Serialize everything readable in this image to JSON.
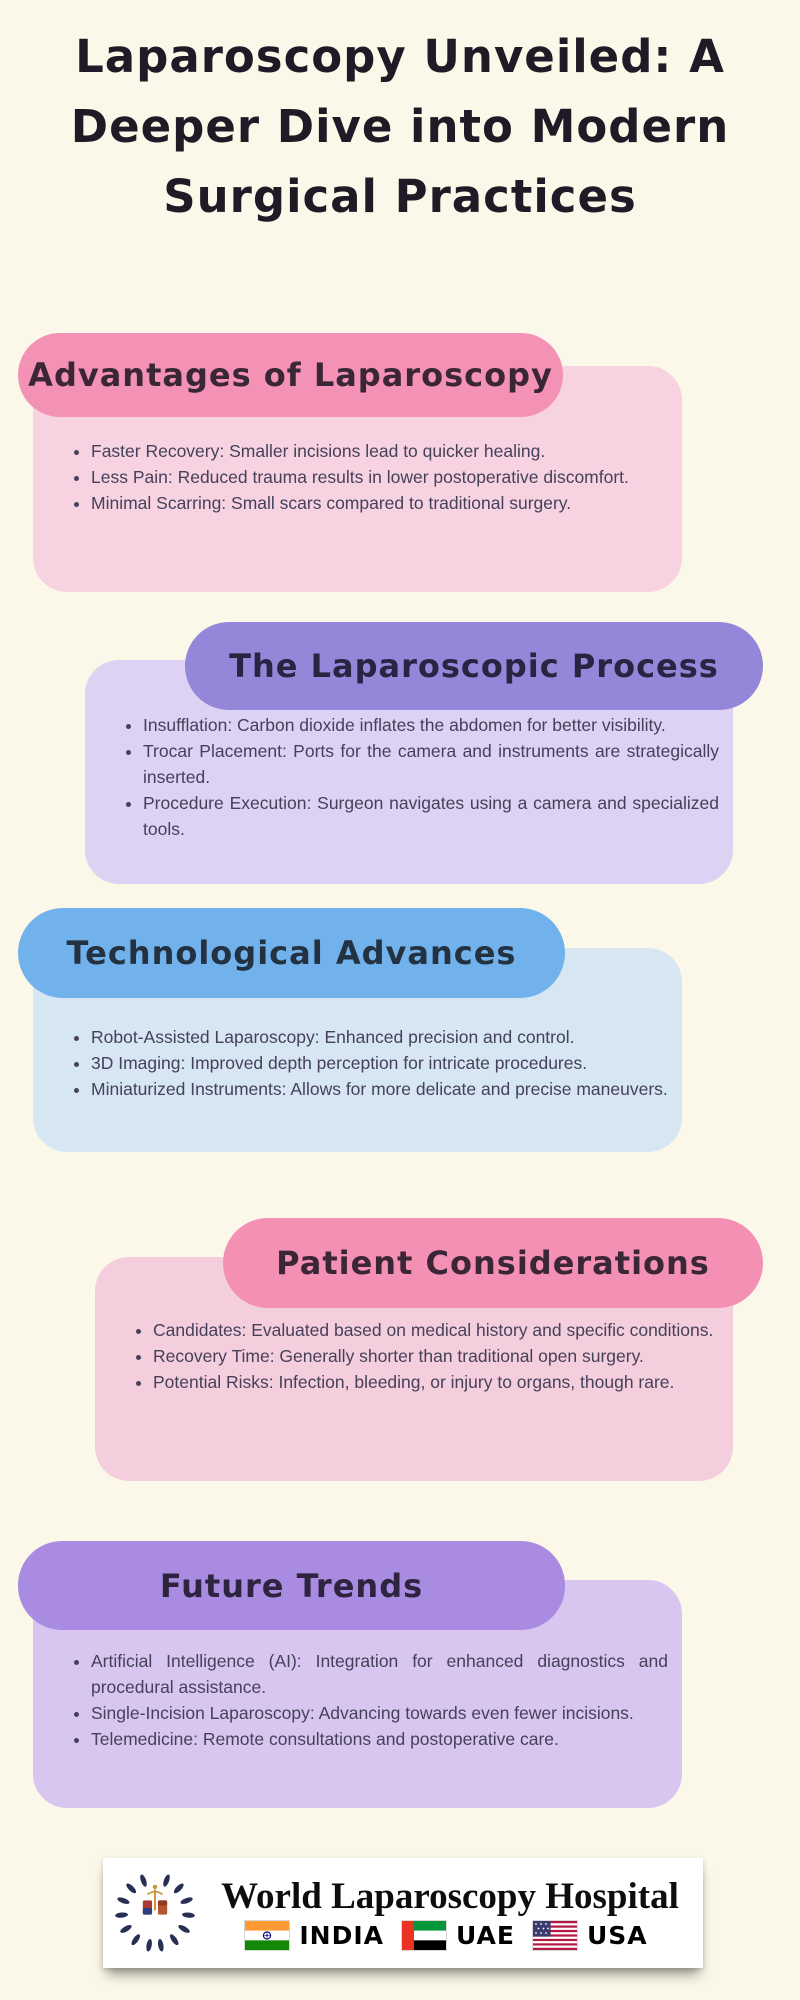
{
  "background": "#FBF8E9",
  "title_color": "#1E1A26",
  "body_text_color": "#45415A",
  "title": "Laparoscopy Unveiled: A Deeper Dive into Modern Surgical Practices",
  "sections": [
    {
      "heading": "Advantages of Laparoscopy",
      "pill_color": "#F392B5",
      "card_color": "#F7D3E1",
      "heading_color": "#3A2637",
      "bullets": [
        "Faster Recovery: Smaller incisions lead to quicker healing.",
        "Less Pain: Reduced trauma results in lower postoperative discomfort.",
        "Minimal Scarring: Small scars compared to traditional surgery."
      ]
    },
    {
      "heading": "The Laparoscopic Process",
      "pill_color": "#9486D8",
      "card_color": "#DDD2F3",
      "heading_color": "#2A2342",
      "bullets": [
        "Insufflation: Carbon dioxide inflates the abdomen for better visibility.",
        "Trocar Placement: Ports for the camera and instruments are strategically inserted.",
        "Procedure Execution: Surgeon navigates using a camera and specialized tools."
      ]
    },
    {
      "heading": "Technological Advances",
      "pill_color": "#71B1EC",
      "card_color": "#D6E7F3",
      "heading_color": "#233140",
      "bullets": [
        "Robot-Assisted Laparoscopy: Enhanced precision and control.",
        "3D Imaging: Improved depth perception for intricate procedures.",
        "Miniaturized Instruments: Allows for more delicate and precise maneuvers."
      ]
    },
    {
      "heading": "Patient Considerations",
      "pill_color": "#F490B4",
      "card_color": "#F5CEDD",
      "heading_color": "#3A2637",
      "bullets": [
        "Candidates: Evaluated based on medical history and specific conditions.",
        "Recovery Time: Generally shorter than traditional open surgery.",
        "Potential Risks: Infection, bleeding, or injury to organs, though rare."
      ]
    },
    {
      "heading": "Future Trends",
      "pill_color": "#A98BE2",
      "card_color": "#D9C6F0",
      "heading_color": "#2E2440",
      "bullets": [
        "Artificial Intelligence (AI): Integration for enhanced diagnostics and procedural assistance.",
        "Single-Incision Laparoscopy: Advancing towards even fewer incisions.",
        "Telemedicine: Remote consultations and postoperative care."
      ]
    }
  ],
  "footer": {
    "brand": "World Laparoscopy Hospital",
    "brand_color": "#0D0D10",
    "emblem_icon": "laurel-wreath-caduceus",
    "countries": [
      {
        "label": "INDIA",
        "flag_icon": "flag-india"
      },
      {
        "label": "UAE",
        "flag_icon": "flag-uae"
      },
      {
        "label": "USA",
        "flag_icon": "flag-usa"
      }
    ]
  }
}
